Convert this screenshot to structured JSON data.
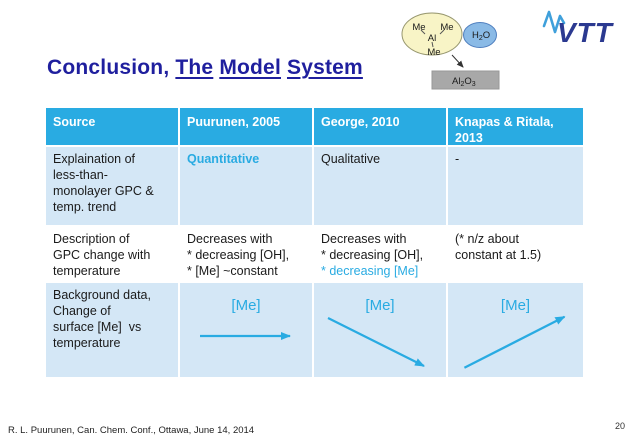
{
  "title": {
    "prefix": "Conclusion,",
    "underlined_words": [
      "The",
      "Model",
      "System"
    ]
  },
  "diagram": {
    "ligand_top_left": "Me",
    "ligand_top_right": "Me",
    "metal_center": "Al",
    "ligand_bottom": "Me",
    "water": {
      "base": "H",
      "sub": "2",
      "end": "O"
    },
    "substrate": {
      "el1": "Al",
      "sub1": "2",
      "el2": "O",
      "sub2": "3"
    }
  },
  "logo": {
    "text": "VTT"
  },
  "table": {
    "headers": [
      "Source",
      "Puurunen, 2005",
      "George, 2010",
      "Knapas & Ritala, 2013"
    ],
    "rows": [
      {
        "source_lines": [
          "Explaination of",
          "less-than-",
          "monolayer GPC &",
          "temp. trend"
        ],
        "puurunen": "Quantitative",
        "george": "Qualitative",
        "knapas": "-"
      },
      {
        "source_lines": [
          "Description of",
          "GPC change with",
          "temperature"
        ],
        "puurunen_lines": [
          "Decreases with",
          "* decreasing [OH],",
          "* [Me] ~constant"
        ],
        "george_lines": [
          "Decreases with",
          "* decreasing [OH],"
        ],
        "george_accent_line": "* decreasing [Me]",
        "knapas_lines": [
          "(* n/z about",
          "constant at 1.5)"
        ]
      },
      {
        "source_lines": [
          "Background data,",
          "Change of",
          "surface [Me]  vs",
          "temperature"
        ],
        "puurunen_label": "[Me]",
        "puurunen_trend": "constant",
        "george_label": "[Me]",
        "george_trend": "decreasing",
        "knapas_label": "[Me]",
        "knapas_trend": "increasing"
      }
    ]
  },
  "footer": {
    "citation": "R. L. Puurunen, Can. Chem. Conf., Ottawa, June 14, 2014",
    "page_number": "20"
  },
  "colors": {
    "title_blue": "#1F1F9E",
    "table_header_cyan": "#29ABE2",
    "banded_row_blue": "#D4E7F6",
    "accent_cyan": "#29ABE2",
    "vtt_dark_blue": "#2B3990",
    "vtt_light_blue": "#3FA0DB",
    "molecule_fill_yellow": "#F8F4C6",
    "water_fill_blue": "#8ABAE6",
    "substrate_gray": "#A8A8A8"
  }
}
